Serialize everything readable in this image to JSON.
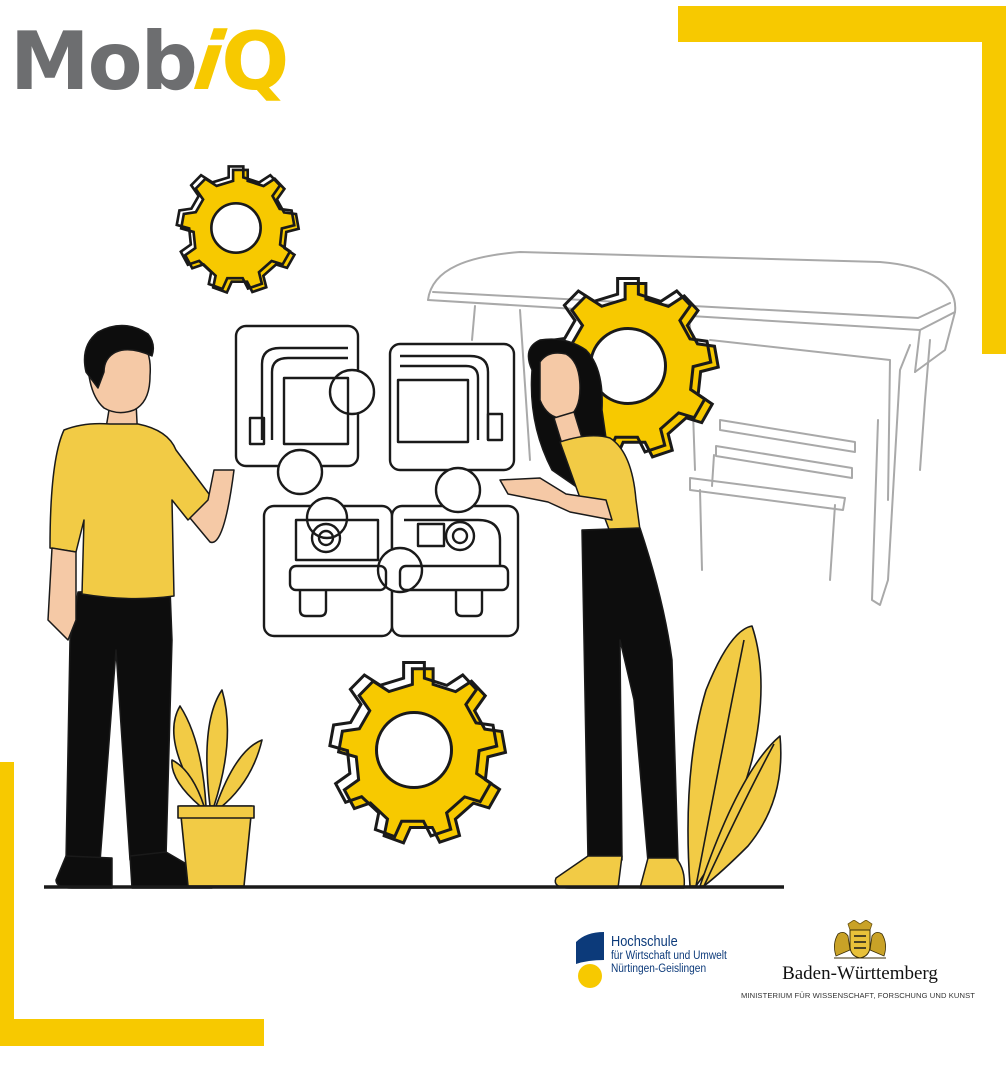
{
  "brand": {
    "logo_part_1": "Mob",
    "logo_part_2": "i",
    "logo_part_3": "Q"
  },
  "partners": {
    "university_line_1": "Hochschule",
    "university_line_2": "für Wirtschaft und Umwelt",
    "university_line_3": "Nürtingen-Geislingen",
    "state_name": "Baden-Württemberg",
    "ministry": "MINISTERIUM FÜR WISSENSCHAFT, FORSCHUNG UND KUNST"
  },
  "colors": {
    "accent_yellow": "#f7c900",
    "logo_grey": "#6d6e70",
    "figure_yellow": "#f2cb45",
    "university_blue": "#0c3a7a",
    "line_grey": "#a9a9a9"
  },
  "icons": [
    "gear-icon",
    "puzzle-icon",
    "bus-icon",
    "plant-icon",
    "bus-stop-icon",
    "coat-of-arms-icon"
  ]
}
